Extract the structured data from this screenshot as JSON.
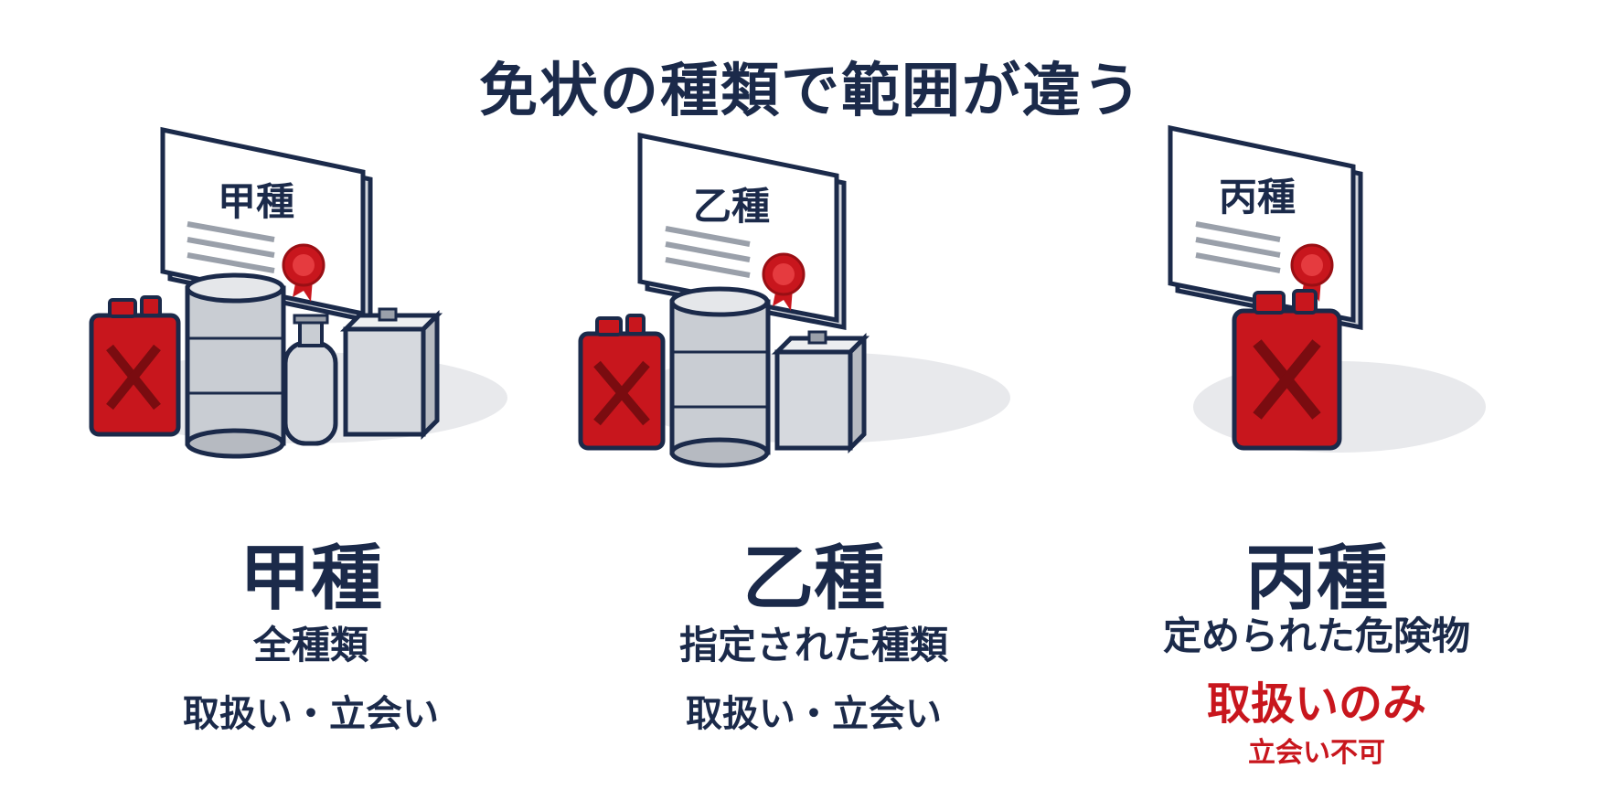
{
  "title": "免状の種類で範囲が違う",
  "panels": [
    {
      "certificate_label": "甲種",
      "name": "甲種",
      "scope": "全種類",
      "actions": "取扱い・立会い"
    },
    {
      "certificate_label": "乙種",
      "name": "乙種",
      "scope": "指定された種類",
      "actions": "取扱い・立会い"
    },
    {
      "certificate_label": "丙種",
      "name": "丙種",
      "scope": "定められた危険物",
      "actions": "取扱いのみ",
      "note": "立会い不可"
    }
  ],
  "colors": {
    "navy": "#1b2a4a",
    "red": "#c8161d",
    "steel": "#c9cdd3"
  }
}
